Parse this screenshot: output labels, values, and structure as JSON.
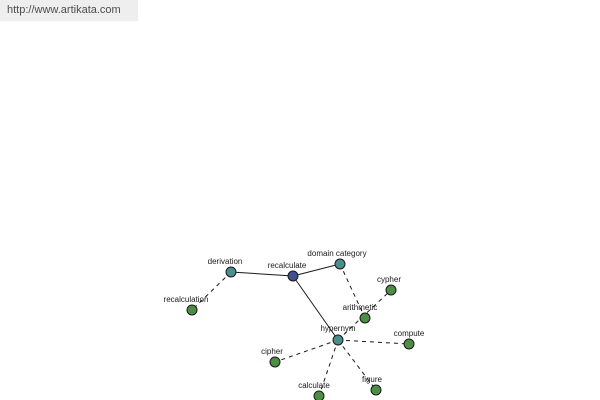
{
  "header": {
    "url": "http://www.artikata.com"
  },
  "colors": {
    "center": "#404f91",
    "relation": "#4a8f8c",
    "word": "#4c8f44",
    "edge": "#1a1a1a",
    "banner": "#eeeeee"
  },
  "graph": {
    "nodes": [
      {
        "id": "recalculate",
        "label": "recalculate",
        "role": "center"
      },
      {
        "id": "derivation",
        "label": "derivation",
        "role": "relation"
      },
      {
        "id": "domain-category",
        "label": "domain category",
        "role": "relation"
      },
      {
        "id": "hypernym",
        "label": "hypernym",
        "role": "relation"
      },
      {
        "id": "recalculation",
        "label": "recalculation",
        "role": "word"
      },
      {
        "id": "arithmetic",
        "label": "arithmetic",
        "role": "word"
      },
      {
        "id": "cypher",
        "label": "cypher",
        "role": "word"
      },
      {
        "id": "compute",
        "label": "compute",
        "role": "word"
      },
      {
        "id": "cipher",
        "label": "cipher",
        "role": "word"
      },
      {
        "id": "calculate",
        "label": "calculate",
        "role": "word"
      },
      {
        "id": "figure",
        "label": "figure",
        "role": "word"
      }
    ],
    "edges": [
      {
        "from": "recalculate",
        "to": "derivation",
        "style": "solid"
      },
      {
        "from": "recalculate",
        "to": "domain-category",
        "style": "solid"
      },
      {
        "from": "recalculate",
        "to": "hypernym",
        "style": "solid"
      },
      {
        "from": "derivation",
        "to": "recalculation",
        "style": "dashed"
      },
      {
        "from": "domain-category",
        "to": "arithmetic",
        "style": "dashed"
      },
      {
        "from": "hypernym",
        "to": "cypher",
        "style": "dashed"
      },
      {
        "from": "hypernym",
        "to": "compute",
        "style": "dashed"
      },
      {
        "from": "hypernym",
        "to": "cipher",
        "style": "dashed"
      },
      {
        "from": "hypernym",
        "to": "calculate",
        "style": "dashed"
      },
      {
        "from": "hypernym",
        "to": "figure",
        "style": "dashed"
      }
    ]
  }
}
